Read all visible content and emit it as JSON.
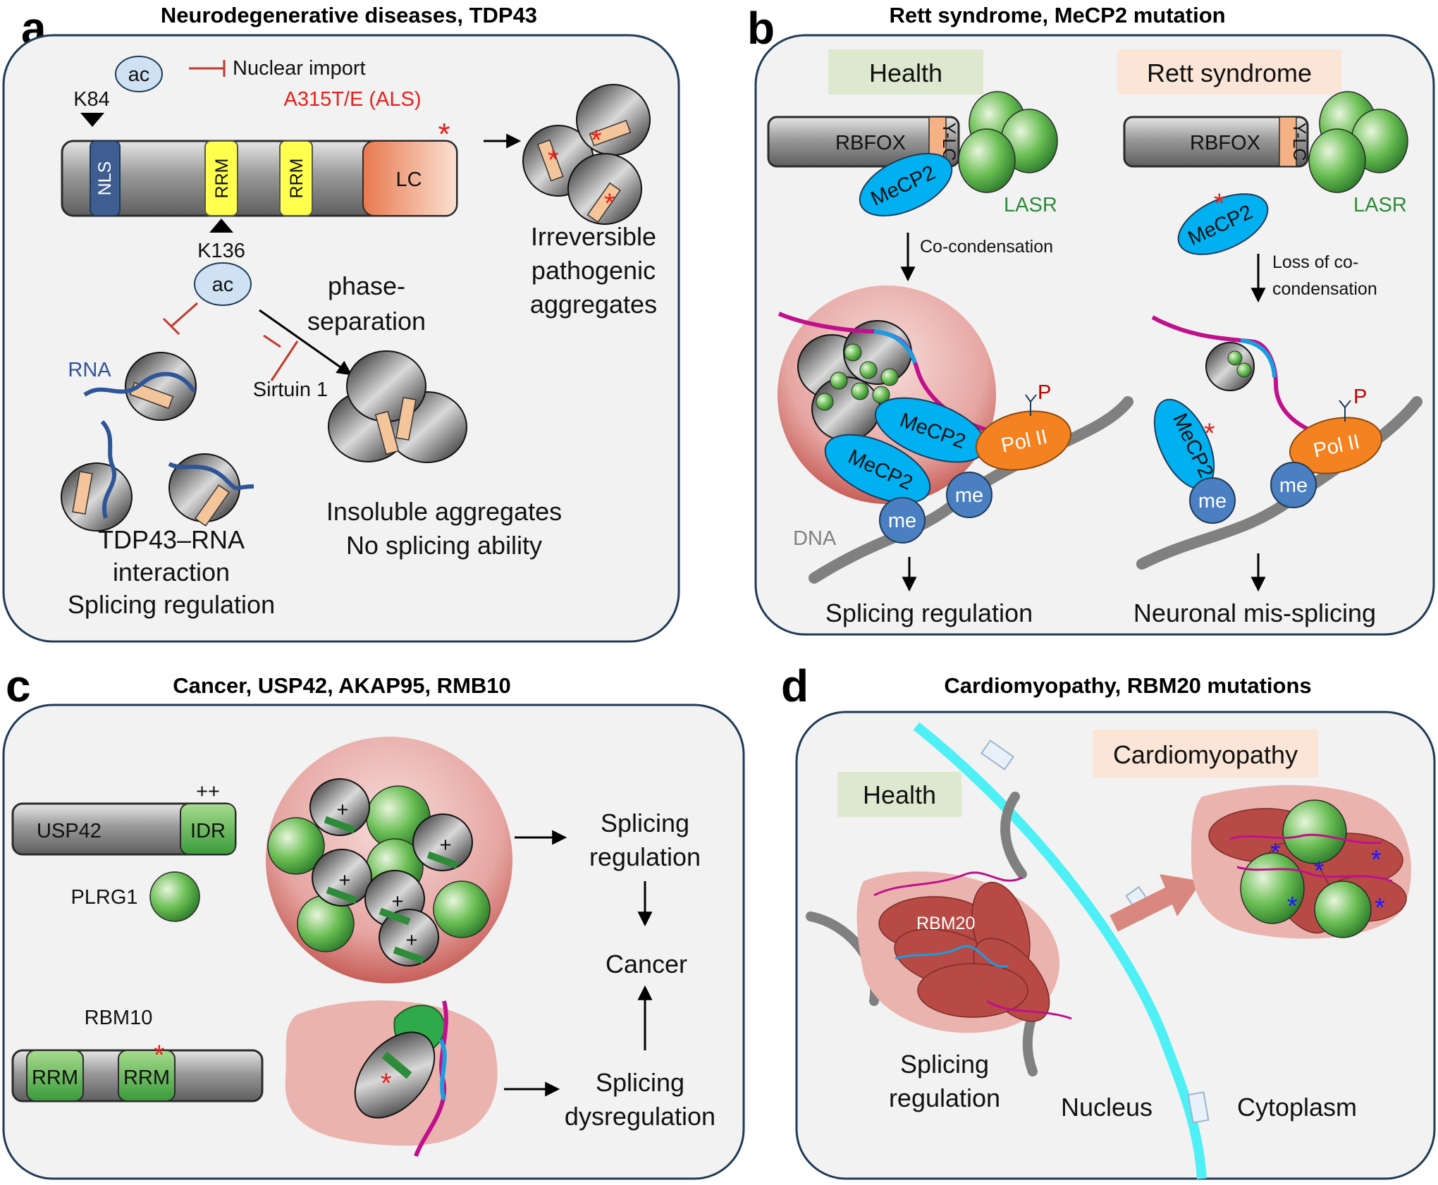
{
  "panels": {
    "a": {
      "letter": "a",
      "title": "Neurodegenerative diseases, TDP43",
      "ac_top": "ac",
      "nuclear_import": "Nuclear import",
      "k84": "K84",
      "mutation": "A315T/E (ALS)",
      "nls": "NLS",
      "rrm1": "RRM",
      "rrm2": "RRM",
      "lc": "LC",
      "k136": "K136",
      "ac_bottom": "ac",
      "irreversible": [
        "Irreversible",
        "pathogenic",
        "aggregates"
      ],
      "phase": [
        "phase-",
        "separation"
      ],
      "rna": "RNA",
      "sirtuin": "Sirtuin 1",
      "insoluble": [
        "Insoluble aggregates",
        "No splicing ability"
      ],
      "interaction": [
        "TDP43–RNA",
        "interaction",
        "Splicing regulation"
      ]
    },
    "b": {
      "letter": "b",
      "title": "Rett syndrome, MeCP2 mutation",
      "health": "Health",
      "rett": "Rett syndrome",
      "rbfox": "RBFOX",
      "ylc": "Y-LC",
      "mecp2": "MeCP2",
      "lasr": "LASR",
      "cocond": "Co-condensation",
      "loss": [
        "Loss of co-",
        "condensation"
      ],
      "p": "P",
      "polii": "Pol II",
      "me": "me",
      "dna": "DNA",
      "splicing": "Splicing regulation",
      "mis": "Neuronal mis-splicing"
    },
    "c": {
      "letter": "c",
      "title": "Cancer, USP42, AKAP95, RMB10",
      "usp42": "USP42",
      "idr": "IDR",
      "plus2": "++",
      "plrg1": "PLRG1",
      "plus": "+",
      "rbm10": "RBM10",
      "rrm": "RRM",
      "splreg": [
        "Splicing",
        "regulation"
      ],
      "cancer": "Cancer",
      "spldys": [
        "Splicing",
        "dysregulation"
      ]
    },
    "d": {
      "letter": "d",
      "title": "Cardiomyopathy, RBM20 mutations",
      "cardio": "Cardiomyopathy",
      "health": "Health",
      "rbm20": "RBM20",
      "splicing": [
        "Splicing",
        "regulation"
      ],
      "nucleus": "Nucleus",
      "cytoplasm": "Cytoplasm"
    }
  },
  "colors": {
    "panel_bg": "#f2f2f2",
    "panel_border": "#1f3a57",
    "red_mark": "#e8201a",
    "health_box": "#dde8cf",
    "rett_box": "#fbe5d6",
    "mecp2": "#00b0f0",
    "polii": "#f58220",
    "me": "#4a7fc1",
    "lasr_text": "#2e8b3a",
    "rna_magenta": "#c0108c",
    "rna_blue": "#1a9ee0",
    "membrane": "#4ff0f5",
    "rbm20": "#b84a45"
  }
}
